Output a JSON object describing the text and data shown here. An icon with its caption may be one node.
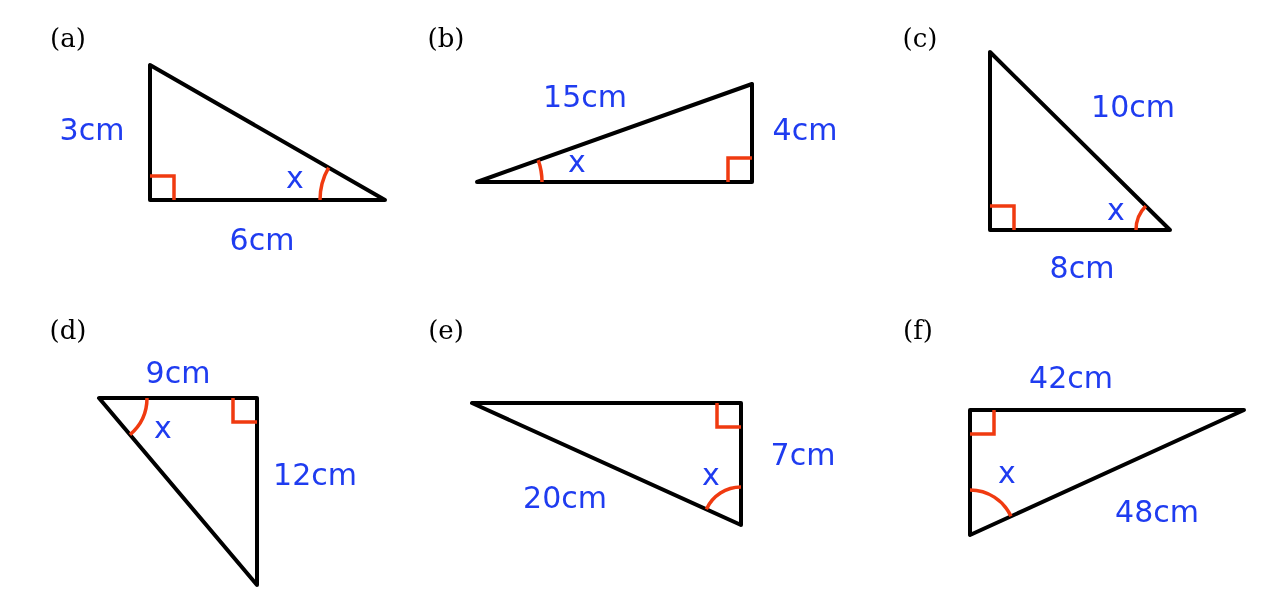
{
  "diagram": {
    "labels": [
      "(a)",
      "3cm",
      "x",
      "6cm",
      "(b)",
      "15cm",
      "4cm",
      "x",
      "(c)",
      "10cm",
      "x",
      "8cm",
      "(d)",
      "9cm",
      "x",
      "12cm",
      "(e)",
      "7cm",
      "x",
      "20cm",
      "(f)",
      "42cm",
      "x",
      "48cm"
    ]
  }
}
